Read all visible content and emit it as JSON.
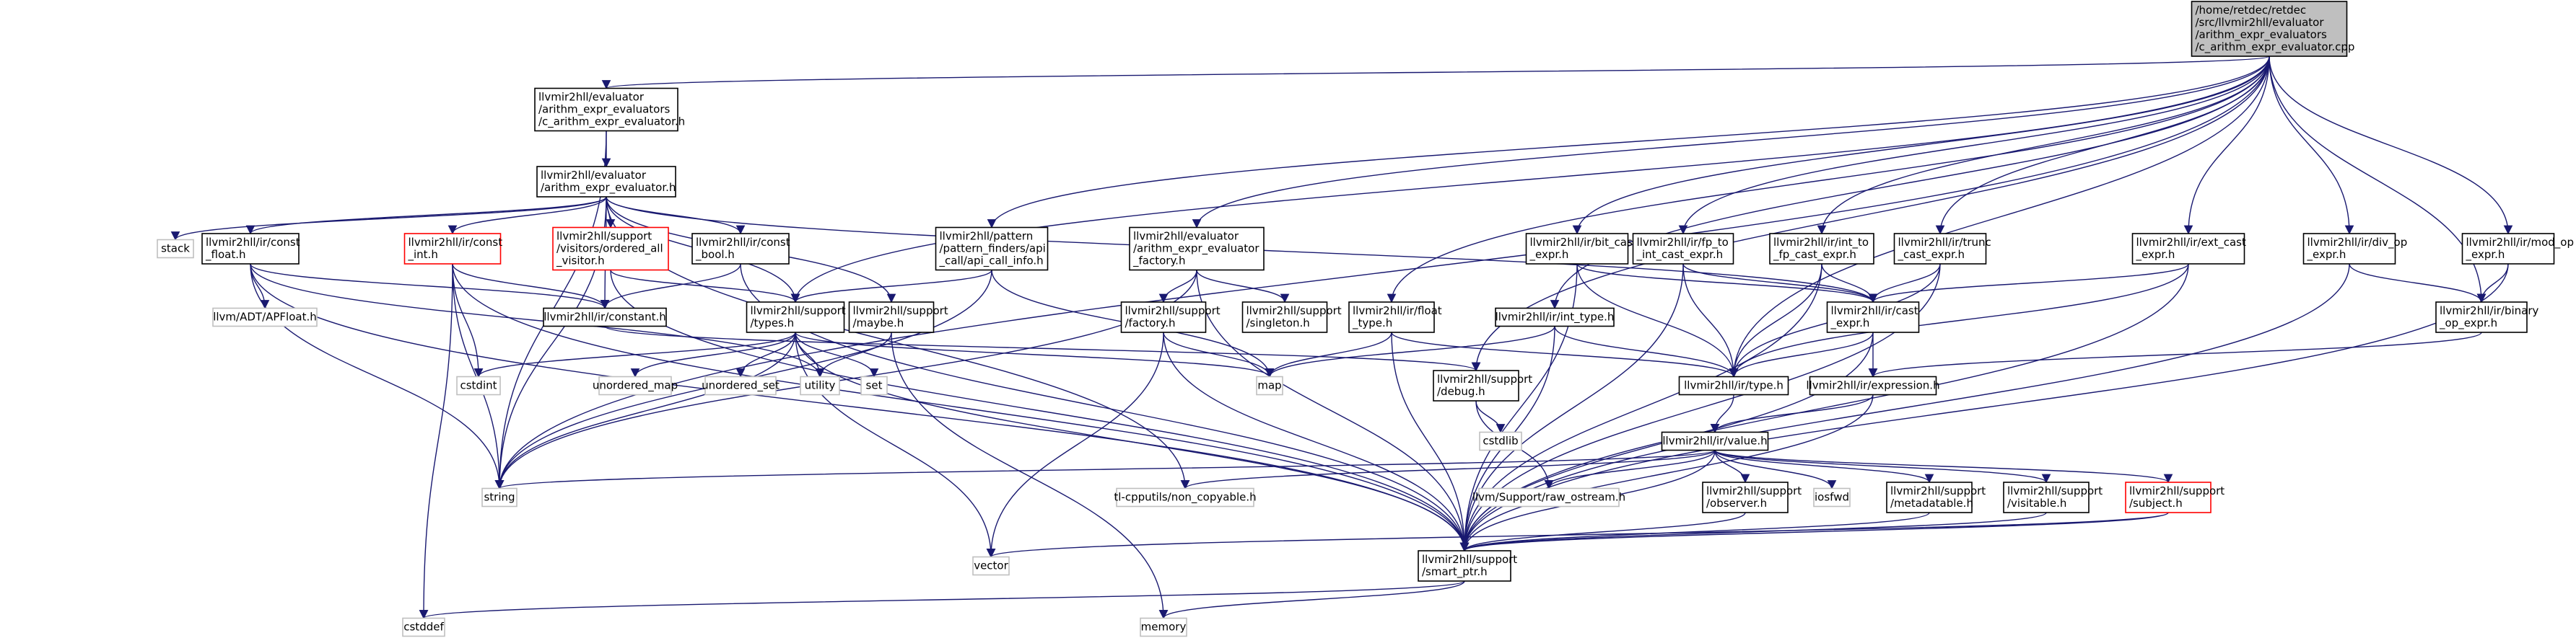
{
  "graph": {
    "colors": {
      "edge": "#191970",
      "root_fill": "#bfbfbf",
      "border": "#000000",
      "red_border": "#ff0000",
      "leaf_border": "#bfbfbf"
    },
    "nodes": [
      {
        "id": "root",
        "lines": [
          "/home/retdec/retdec",
          "/src/llvmir2hll/evaluator",
          "/arithm_expr_evaluators",
          "/c_arithm_expr_evaluator.cpp"
        ],
        "style": "root"
      },
      {
        "id": "cae",
        "lines": [
          "llvmir2hll/evaluator",
          "/arithm_expr_evaluators",
          "/c_arithm_expr_evaluator.h"
        ],
        "style": "normal"
      },
      {
        "id": "aee",
        "lines": [
          "llvmir2hll/evaluator",
          "/arithm_expr_evaluator.h"
        ],
        "style": "normal"
      },
      {
        "id": "stack",
        "lines": [
          "stack"
        ],
        "style": "leaf"
      },
      {
        "id": "constfloat",
        "lines": [
          "llvmir2hll/ir/const",
          "_float.h"
        ],
        "style": "normal"
      },
      {
        "id": "constint",
        "lines": [
          "llvmir2hll/ir/const",
          "_int.h"
        ],
        "style": "red"
      },
      {
        "id": "ordvis",
        "lines": [
          "llvmir2hll/support",
          "/visitors/ordered_all",
          "_visitor.h"
        ],
        "style": "red"
      },
      {
        "id": "constbool",
        "lines": [
          "llvmir2hll/ir/const",
          "_bool.h"
        ],
        "style": "normal"
      },
      {
        "id": "apcall",
        "lines": [
          "llvmir2hll/pattern",
          "/pattern_finders/api",
          "_call/api_call_info.h"
        ],
        "style": "normal"
      },
      {
        "id": "aefact",
        "lines": [
          "llvmir2hll/evaluator",
          "/arithm_expr_evaluator",
          "_factory.h"
        ],
        "style": "normal"
      },
      {
        "id": "apfloat",
        "lines": [
          "llvm/ADT/APFloat.h"
        ],
        "style": "leaf"
      },
      {
        "id": "constant",
        "lines": [
          "llvmir2hll/ir/constant.h"
        ],
        "style": "normal"
      },
      {
        "id": "types",
        "lines": [
          "llvmir2hll/support",
          "/types.h"
        ],
        "style": "normal"
      },
      {
        "id": "maybe",
        "lines": [
          "llvmir2hll/support",
          "/maybe.h"
        ],
        "style": "normal"
      },
      {
        "id": "factory",
        "lines": [
          "llvmir2hll/support",
          "/factory.h"
        ],
        "style": "normal"
      },
      {
        "id": "singleton",
        "lines": [
          "llvmir2hll/support",
          "/singleton.h"
        ],
        "style": "normal"
      },
      {
        "id": "floattype",
        "lines": [
          "llvmir2hll/ir/float",
          "_type.h"
        ],
        "style": "normal"
      },
      {
        "id": "bitcast",
        "lines": [
          "llvmir2hll/ir/bit_cast",
          "_expr.h"
        ],
        "style": "normal"
      },
      {
        "id": "fptoint",
        "lines": [
          "llvmir2hll/ir/fp_to",
          "_int_cast_expr.h"
        ],
        "style": "normal"
      },
      {
        "id": "inttofp",
        "lines": [
          "llvmir2hll/ir/int_to",
          "_fp_cast_expr.h"
        ],
        "style": "normal"
      },
      {
        "id": "trunc",
        "lines": [
          "llvmir2hll/ir/trunc",
          "_cast_expr.h"
        ],
        "style": "normal"
      },
      {
        "id": "extcast",
        "lines": [
          "llvmir2hll/ir/ext_cast",
          "_expr.h"
        ],
        "style": "normal"
      },
      {
        "id": "divop",
        "lines": [
          "llvmir2hll/ir/div_op",
          "_expr.h"
        ],
        "style": "normal"
      },
      {
        "id": "modop",
        "lines": [
          "llvmir2hll/ir/mod_op",
          "_expr.h"
        ],
        "style": "normal"
      },
      {
        "id": "inttype",
        "lines": [
          "llvmir2hll/ir/int_type.h"
        ],
        "style": "normal"
      },
      {
        "id": "cast",
        "lines": [
          "llvmir2hll/ir/cast",
          "_expr.h"
        ],
        "style": "normal"
      },
      {
        "id": "binop",
        "lines": [
          "llvmir2hll/ir/binary",
          "_op_expr.h"
        ],
        "style": "normal"
      },
      {
        "id": "cstdint",
        "lines": [
          "cstdint"
        ],
        "style": "leaf"
      },
      {
        "id": "umap",
        "lines": [
          "unordered_map"
        ],
        "style": "leaf"
      },
      {
        "id": "uset",
        "lines": [
          "unordered_set"
        ],
        "style": "leaf"
      },
      {
        "id": "utility",
        "lines": [
          "utility"
        ],
        "style": "leaf"
      },
      {
        "id": "set",
        "lines": [
          "set"
        ],
        "style": "leaf"
      },
      {
        "id": "map",
        "lines": [
          "map"
        ],
        "style": "leaf"
      },
      {
        "id": "debug",
        "lines": [
          "llvmir2hll/support",
          "/debug.h"
        ],
        "style": "normal"
      },
      {
        "id": "type",
        "lines": [
          "llvmir2hll/ir/type.h"
        ],
        "style": "normal"
      },
      {
        "id": "expression",
        "lines": [
          "llvmir2hll/ir/expression.h"
        ],
        "style": "normal"
      },
      {
        "id": "cstdlib",
        "lines": [
          "cstdlib"
        ],
        "style": "leaf"
      },
      {
        "id": "value",
        "lines": [
          "llvmir2hll/ir/value.h"
        ],
        "style": "normal"
      },
      {
        "id": "string",
        "lines": [
          "string"
        ],
        "style": "leaf"
      },
      {
        "id": "noncopy",
        "lines": [
          "tl-cpputils/non_copyable.h"
        ],
        "style": "leaf"
      },
      {
        "id": "rawos",
        "lines": [
          "llvm/Support/raw_ostream.h"
        ],
        "style": "leaf"
      },
      {
        "id": "observer",
        "lines": [
          "llvmir2hll/support",
          "/observer.h"
        ],
        "style": "normal"
      },
      {
        "id": "iosfwd",
        "lines": [
          "iosfwd"
        ],
        "style": "leaf"
      },
      {
        "id": "metadatable",
        "lines": [
          "llvmir2hll/support",
          "/metadatable.h"
        ],
        "style": "normal"
      },
      {
        "id": "visitable",
        "lines": [
          "llvmir2hll/support",
          "/visitable.h"
        ],
        "style": "normal"
      },
      {
        "id": "subject",
        "lines": [
          "llvmir2hll/support",
          "/subject.h"
        ],
        "style": "red"
      },
      {
        "id": "vector",
        "lines": [
          "vector"
        ],
        "style": "leaf"
      },
      {
        "id": "smartptr",
        "lines": [
          "llvmir2hll/support",
          "/smart_ptr.h"
        ],
        "style": "normal"
      },
      {
        "id": "cstddef",
        "lines": [
          "cstddef"
        ],
        "style": "leaf"
      },
      {
        "id": "memory",
        "lines": [
          "memory"
        ],
        "style": "leaf"
      }
    ],
    "edges": [
      [
        "root",
        "cae"
      ],
      [
        "root",
        "string"
      ],
      [
        "root",
        "types"
      ],
      [
        "root",
        "apcall"
      ],
      [
        "root",
        "aefact"
      ],
      [
        "root",
        "floattype"
      ],
      [
        "root",
        "inttype"
      ],
      [
        "root",
        "bitcast"
      ],
      [
        "root",
        "fptoint"
      ],
      [
        "root",
        "inttofp"
      ],
      [
        "root",
        "trunc"
      ],
      [
        "root",
        "extcast"
      ],
      [
        "root",
        "divop"
      ],
      [
        "root",
        "modop"
      ],
      [
        "root",
        "type"
      ],
      [
        "root",
        "debug"
      ],
      [
        "root",
        "binop"
      ],
      [
        "cae",
        "aee"
      ],
      [
        "cae",
        "string"
      ],
      [
        "aee",
        "stack"
      ],
      [
        "aee",
        "constfloat"
      ],
      [
        "aee",
        "constint"
      ],
      [
        "aee",
        "ordvis"
      ],
      [
        "aee",
        "constbool"
      ],
      [
        "aee",
        "types"
      ],
      [
        "aee",
        "maybe"
      ],
      [
        "aee",
        "cast"
      ],
      [
        "aee",
        "constant"
      ],
      [
        "aee",
        "noncopy"
      ],
      [
        "aee",
        "string"
      ],
      [
        "constfloat",
        "apfloat"
      ],
      [
        "constfloat",
        "constant"
      ],
      [
        "constfloat",
        "string"
      ],
      [
        "constfloat",
        "utility"
      ],
      [
        "constfloat",
        "smartptr"
      ],
      [
        "constint",
        "constant"
      ],
      [
        "constint",
        "cstdint"
      ],
      [
        "constint",
        "string"
      ],
      [
        "constint",
        "cstddef"
      ],
      [
        "constint",
        "smartptr"
      ],
      [
        "ordvis",
        "types"
      ],
      [
        "ordvis",
        "smartptr"
      ],
      [
        "constbool",
        "constant"
      ],
      [
        "constbool",
        "smartptr"
      ],
      [
        "constant",
        "debug"
      ],
      [
        "types",
        "cstdint"
      ],
      [
        "types",
        "umap"
      ],
      [
        "types",
        "uset"
      ],
      [
        "types",
        "utility"
      ],
      [
        "types",
        "set"
      ],
      [
        "types",
        "map"
      ],
      [
        "types",
        "string"
      ],
      [
        "types",
        "vector"
      ],
      [
        "types",
        "smartptr"
      ],
      [
        "maybe",
        "utility"
      ],
      [
        "maybe",
        "memory"
      ],
      [
        "apcall",
        "types"
      ],
      [
        "apcall",
        "map"
      ],
      [
        "apcall",
        "string"
      ],
      [
        "aefact",
        "factory"
      ],
      [
        "aefact",
        "singleton"
      ],
      [
        "aefact",
        "smartptr"
      ],
      [
        "aefact",
        "string"
      ],
      [
        "factory",
        "map"
      ],
      [
        "factory",
        "vector"
      ],
      [
        "factory",
        "smartptr"
      ],
      [
        "floattype",
        "type"
      ],
      [
        "floattype",
        "map"
      ],
      [
        "floattype",
        "smartptr"
      ],
      [
        "bitcast",
        "cast"
      ],
      [
        "bitcast",
        "type"
      ],
      [
        "bitcast",
        "smartptr"
      ],
      [
        "fptoint",
        "cast"
      ],
      [
        "fptoint",
        "type"
      ],
      [
        "fptoint",
        "smartptr"
      ],
      [
        "inttofp",
        "cast"
      ],
      [
        "inttofp",
        "type"
      ],
      [
        "inttofp",
        "smartptr"
      ],
      [
        "trunc",
        "cast"
      ],
      [
        "trunc",
        "type"
      ],
      [
        "trunc",
        "smartptr"
      ],
      [
        "extcast",
        "cast"
      ],
      [
        "extcast",
        "type"
      ],
      [
        "extcast",
        "smartptr"
      ],
      [
        "divop",
        "binop"
      ],
      [
        "divop",
        "smartptr"
      ],
      [
        "modop",
        "binop"
      ],
      [
        "modop",
        "smartptr"
      ],
      [
        "inttype",
        "type"
      ],
      [
        "inttype",
        "map"
      ],
      [
        "inttype",
        "smartptr"
      ],
      [
        "cast",
        "expression"
      ],
      [
        "cast",
        "type"
      ],
      [
        "cast",
        "smartptr"
      ],
      [
        "binop",
        "expression"
      ],
      [
        "debug",
        "cstdlib"
      ],
      [
        "debug",
        "rawos"
      ],
      [
        "type",
        "value"
      ],
      [
        "expression",
        "value"
      ],
      [
        "expression",
        "smartptr"
      ],
      [
        "value",
        "string"
      ],
      [
        "value",
        "noncopy"
      ],
      [
        "value",
        "rawos"
      ],
      [
        "value",
        "observer"
      ],
      [
        "value",
        "iosfwd"
      ],
      [
        "value",
        "metadatable"
      ],
      [
        "value",
        "visitable"
      ],
      [
        "value",
        "subject"
      ],
      [
        "value",
        "smartptr"
      ],
      [
        "observer",
        "smartptr"
      ],
      [
        "metadatable",
        "smartptr"
      ],
      [
        "visitable",
        "smartptr"
      ],
      [
        "subject",
        "smartptr"
      ],
      [
        "subject",
        "vector"
      ],
      [
        "smartptr",
        "cstddef"
      ],
      [
        "smartptr",
        "memory"
      ]
    ]
  }
}
